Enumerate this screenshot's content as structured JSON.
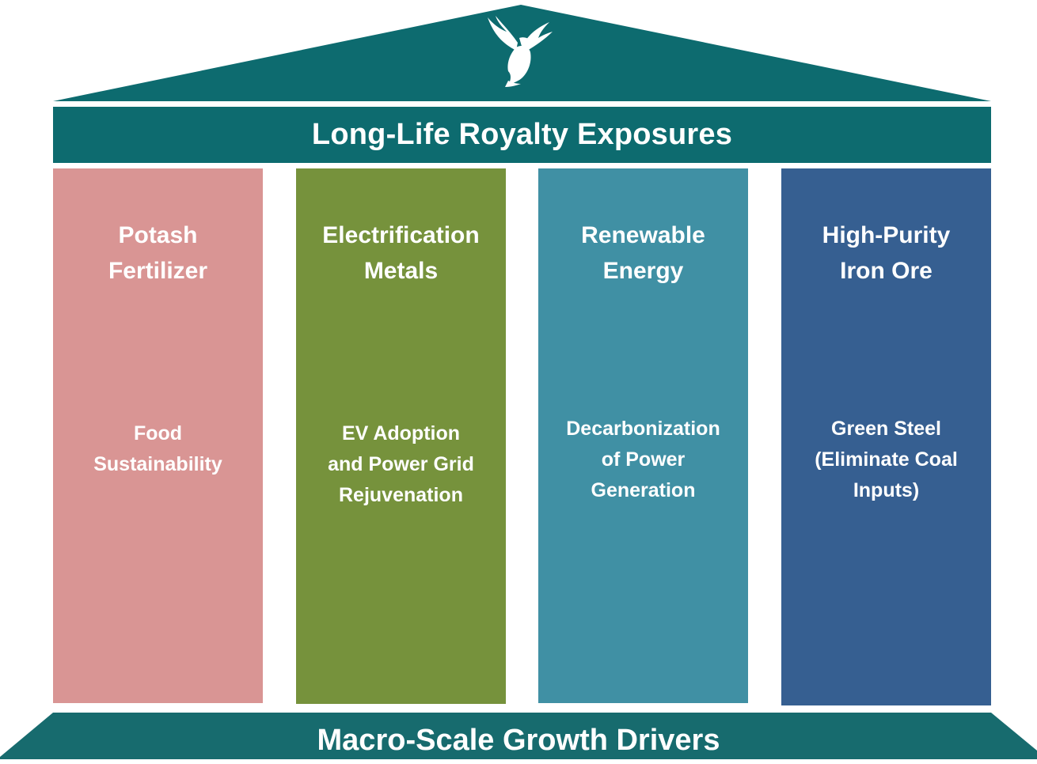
{
  "architrave": {
    "title": "Long-Life Royalty Exposures"
  },
  "roof": {
    "icon": "eagle-icon",
    "color": "#0d6b6f"
  },
  "pillars": [
    {
      "title": "Potash\nFertilizer",
      "driver": "Food\nSustainability",
      "color": "#d99594"
    },
    {
      "title": "Electrification\nMetals",
      "driver": "EV Adoption\nand Power Grid\nRejuvenation",
      "color": "#76923c"
    },
    {
      "title": "Renewable\nEnergy",
      "driver": "Decarbonization\nof Power\nGeneration",
      "color": "#4090a4"
    },
    {
      "title": "High-Purity\nIron Ore",
      "driver": "Green Steel\n(Eliminate Coal\nInputs)",
      "color": "#365f91"
    }
  ],
  "base": {
    "title": "Macro-Scale Growth Drivers",
    "color": "#176b6e"
  }
}
